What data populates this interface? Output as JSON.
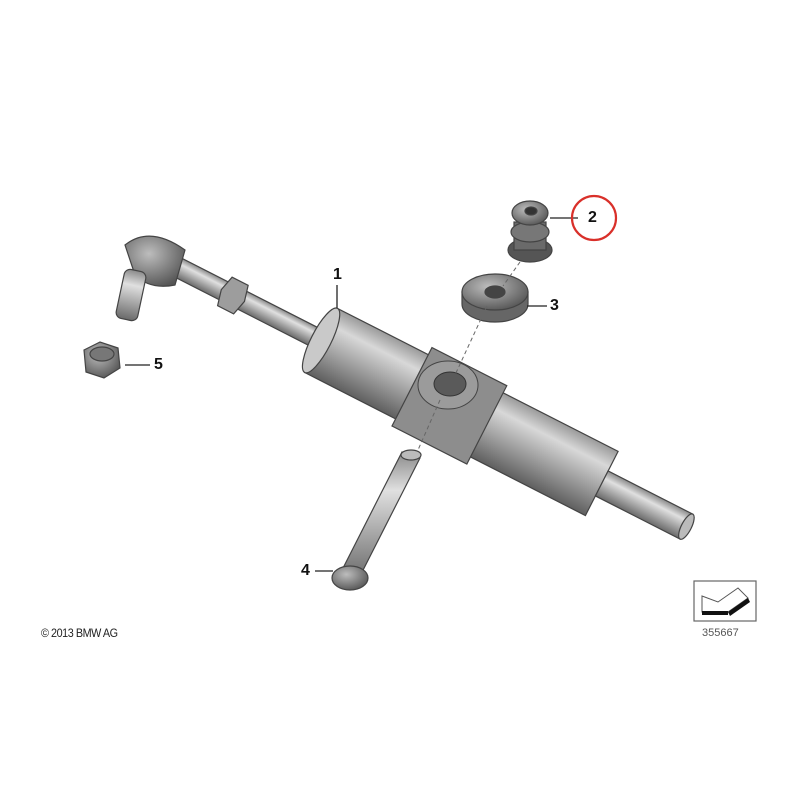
{
  "diagram": {
    "callouts": [
      {
        "number": "1",
        "part": "steering-damper"
      },
      {
        "number": "2",
        "part": "rubber-grommet",
        "highlighted": true
      },
      {
        "number": "3",
        "part": "washer"
      },
      {
        "number": "4",
        "part": "bolt"
      },
      {
        "number": "5",
        "part": "hex-nut"
      }
    ],
    "highlight_color": "#d9302a",
    "copyright": "© 2013 BMW AG",
    "document_number": "355667",
    "direction_icon": "arrow-box-icon"
  }
}
